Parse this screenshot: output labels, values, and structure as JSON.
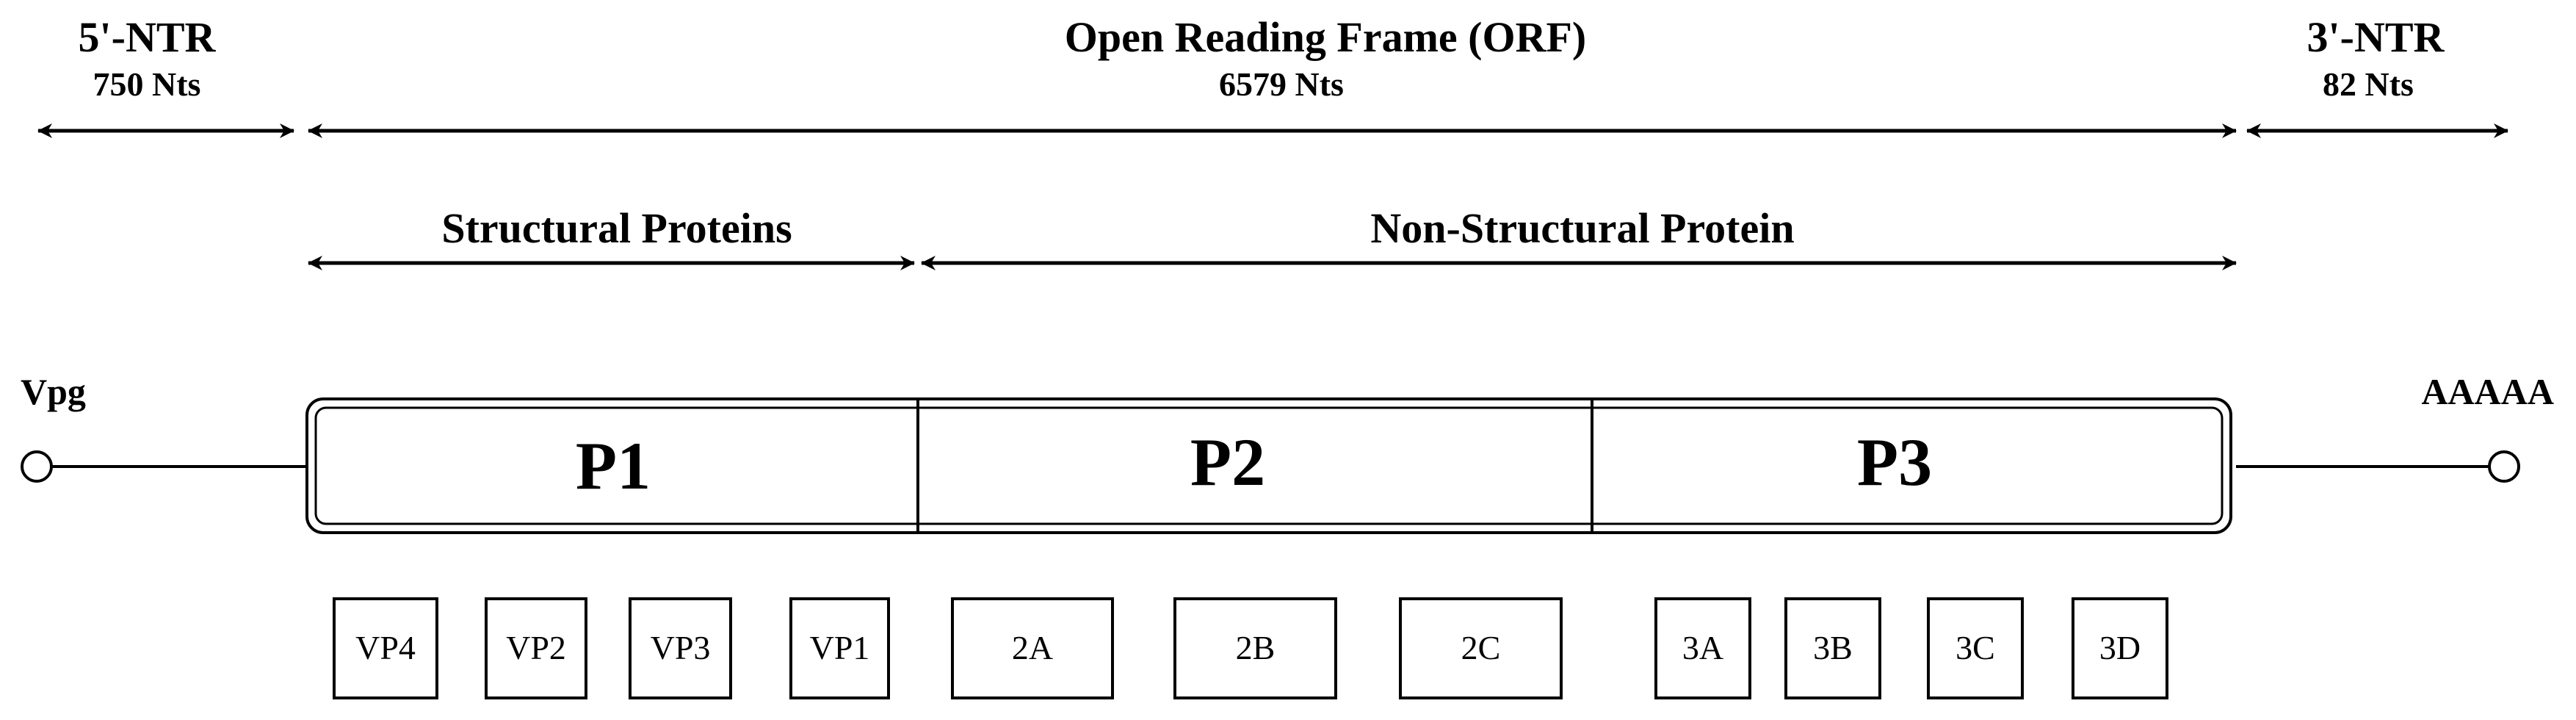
{
  "regions": {
    "utr5": {
      "label": "5'-NTR",
      "length": "750 Nts"
    },
    "orf": {
      "label": "Open Reading Frame (ORF)",
      "length": "6579 Nts"
    },
    "utr3": {
      "label": "3'-NTR",
      "length": "82 Nts"
    }
  },
  "protein_classes": {
    "structural": "Structural Proteins",
    "nonstructural": "Non-Structural Protein"
  },
  "ends": {
    "left": "Vpg",
    "right": "AAAAA"
  },
  "polyprotein": {
    "p1": "P1",
    "p2": "P2",
    "p3": "P3"
  },
  "proteins": [
    {
      "label": "VP4"
    },
    {
      "label": "VP2"
    },
    {
      "label": "VP3"
    },
    {
      "label": "VP1"
    },
    {
      "label": "2A"
    },
    {
      "label": "2B"
    },
    {
      "label": "2C"
    },
    {
      "label": "3A"
    },
    {
      "label": "3B"
    },
    {
      "label": "3C"
    },
    {
      "label": "3D"
    }
  ]
}
